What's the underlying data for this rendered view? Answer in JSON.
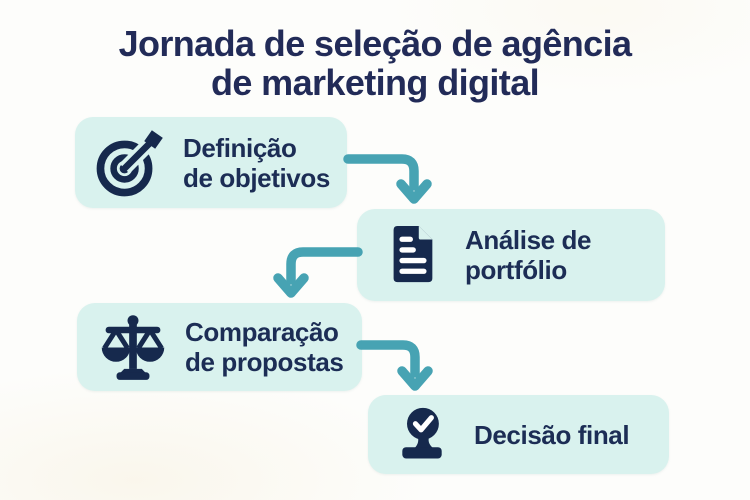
{
  "title": {
    "line1": "Jornada de seleção de agência",
    "line2": "de marketing digital"
  },
  "steps": [
    {
      "id": "definicao-de-objetivos",
      "icon": "target-dart-icon",
      "line1": "Definição",
      "line2": "de objetivos"
    },
    {
      "id": "analise-de-portfolio",
      "icon": "document-icon",
      "line1": "Análise de",
      "line2": "portfólio"
    },
    {
      "id": "comparacao-de-propostas",
      "icon": "scales-icon",
      "line1": "Comparação",
      "line2": "de propostas"
    },
    {
      "id": "decisao-final",
      "icon": "stamp-check-icon",
      "line1": "Decisão final",
      "line2": ""
    }
  ],
  "colors": {
    "background": "#fdfdfb",
    "card_fill": "#d9f2ee",
    "icon_navy": "#16294d",
    "text_navy": "#1c2d55",
    "title_navy": "#222b58",
    "arrow_teal": "#47a3b3"
  }
}
